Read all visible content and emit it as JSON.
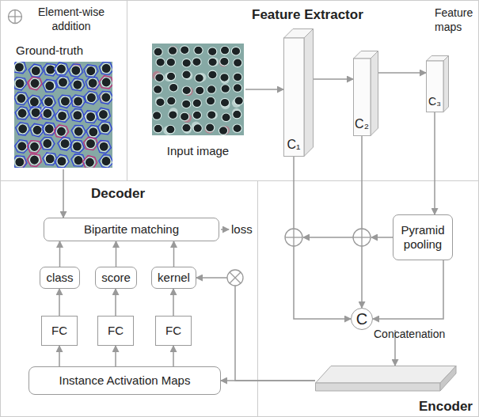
{
  "diagram": {
    "nodes": [
      {
        "text": [
          "Ground-truth"
        ]
      },
      {
        "text": [
          "Input image"
        ]
      },
      {
        "text": [
          "C₁"
        ]
      },
      {
        "text": [
          "C₂"
        ]
      },
      {
        "text": [
          "C₃"
        ]
      },
      {
        "text": [
          "Bipartite matching"
        ]
      },
      {
        "text": [
          "class"
        ]
      },
      {
        "text": [
          "score"
        ]
      },
      {
        "text": [
          "kernel"
        ]
      },
      {
        "text": [
          "Pyramid pooling"
        ]
      },
      {
        "text": [
          "FC"
        ]
      },
      {
        "text": [
          "FC"
        ]
      },
      {
        "text": [
          "FC"
        ]
      },
      {
        "text": [
          "C"
        ]
      },
      {
        "text": [
          "Instance Activation Maps"
        ]
      },
      {
        "text": [
          "Encoder"
        ]
      }
    ],
    "edges": [
      {
        "from": 0,
        "to": 5,
        "arrow": "to"
      },
      {
        "from": 1,
        "to": 2,
        "arrow": "to"
      },
      {
        "from": 2,
        "to": 3,
        "arrow": "to"
      },
      {
        "from": 3,
        "to": 4,
        "arrow": "to"
      },
      {
        "from": 4,
        "to": 9,
        "arrow": "to"
      },
      {
        "from": 2,
        "to": 13,
        "arrow": "to"
      },
      {
        "from": 3,
        "to": 13,
        "arrow": "to"
      },
      {
        "from": 9,
        "to": 13,
        "arrow": "to"
      },
      {
        "from": 13,
        "to": 15,
        "arrow": "to"
      },
      {
        "from": 15,
        "to": 14,
        "arrow": "to"
      },
      {
        "from": 14,
        "to": 10,
        "arrow": "to"
      },
      {
        "from": 14,
        "to": 11,
        "arrow": "to"
      },
      {
        "from": 14,
        "to": 12,
        "arrow": "to"
      },
      {
        "from": 10,
        "to": 6,
        "arrow": "to"
      },
      {
        "from": 11,
        "to": 7,
        "arrow": "to"
      },
      {
        "from": 12,
        "to": 8,
        "arrow": "to"
      },
      {
        "from": 15,
        "to": 8,
        "arrow": "to"
      },
      {
        "from": 6,
        "to": 5,
        "arrow": "to"
      },
      {
        "from": 7,
        "to": 5,
        "arrow": "to"
      },
      {
        "from": 8,
        "to": 5,
        "arrow": "to"
      }
    ],
    "labels": [
      "Feature Extractor",
      "Feature maps",
      "Decoder",
      "loss",
      "Concatenation"
    ],
    "legend": [
      {
        "text": "Element-wise addition"
      }
    ]
  }
}
